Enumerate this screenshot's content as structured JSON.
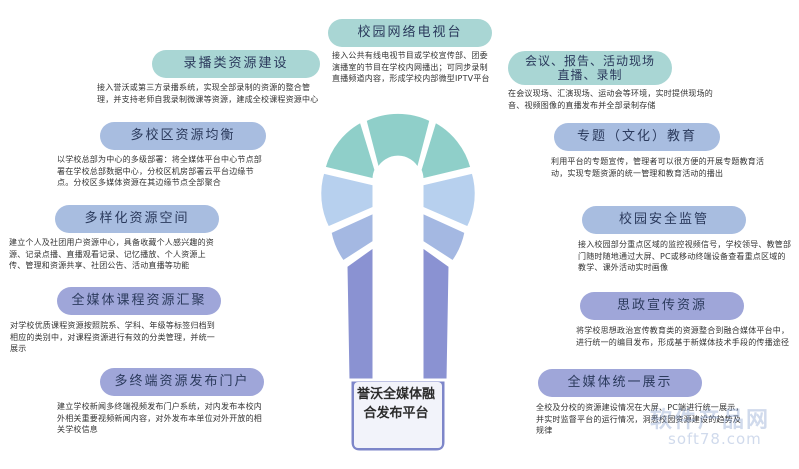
{
  "center": {
    "line1": "誉沃全媒体融",
    "line2": "合发布平台"
  },
  "nodes": {
    "campus_tv": {
      "title": "校园网络电视台",
      "desc": "接入公共有线电视节目或学校宣传部、团委演播室的节目在学校内网播出；可同步录制直播频道内容，形成学校内部微型IPTV平台"
    },
    "recording": {
      "title": "录播类资源建设",
      "desc": "接入誉沃或第三方录播系统，实现全部录制的资源的整合管理，并支持老师自我录制微课等资源，建成全校课程资源中心"
    },
    "multi_campus": {
      "title": "多校区资源均衡",
      "desc": "以学校总部为中心的多级部署：将全媒体平台中心节点部署在学校总部数据中心，分校区机房部署云平台边缘节点。分校区多媒体资源在其边缘节点全部聚合"
    },
    "diverse_space": {
      "title": "多样化资源空间",
      "desc": "建立个人及社团用户资源中心，具备收藏个人感兴趣的资源、记录点播、直播观看记录、记忆播放、个人资源上传、管理和资源共享、社团公告、活动直播等功能"
    },
    "course_collect": {
      "title": "全媒体课程资源汇聚",
      "desc": "对学校优质课程资源按照院系、学科、年级等标签归档到相应的类别中，对课程资源进行有效的分类管理，并统一展示"
    },
    "portal": {
      "title": "多终端资源发布门户",
      "desc": "建立学校新闻多终端视频发布门户系统，对内发布本校内外相关重要视频新闻内容，对外发布本单位对外开放的相关学校信息"
    },
    "meeting": {
      "title_line1": "会议、报告、活动现场",
      "title_line2": "直播、录制",
      "desc": "在会议现场、汇演现场、运动会等环境，实时提供现场的音、视频图像的直播发布并全部录制存储"
    },
    "topic_edu": {
      "title": "专题（文化）教育",
      "desc": "利用平台的专题宣传，管理者可以很方便的开展专题教育活动，实现专题资源的统一管理和教育活动的播出"
    },
    "security": {
      "title": "校园安全监管",
      "desc": "接入校园部分重点区域的监控视频信号，学校领导、教管部门随时随地通过大屏、PC或移动终端设备查看重点区域的教学、课外活动实时画像"
    },
    "ideology": {
      "title": "思政宣传资源",
      "desc": "将学校思想政治宣传教育类的资源整合到融合媒体平台中，进行统一的编目发布，形成基于新媒体技术手段的传播途径"
    },
    "unified_display": {
      "title": "全媒体统一展示",
      "desc": "全校及分校的资源建设情况在大屏、PC端进行统一展示，并实时监督平台的运行情况，洞悉校园资源建设的趋势及规律"
    }
  },
  "watermark": {
    "line1": "软件产品网",
    "line2": "soft78.com"
  },
  "colors": {
    "teal": "#a9d6d4",
    "blue": "#a8bde0",
    "purple": "#9fa6d9",
    "bulb_dark": "#7d86c9",
    "bulb_teal": "#8fcfc9",
    "bulb_light": "#b7d0ee"
  }
}
